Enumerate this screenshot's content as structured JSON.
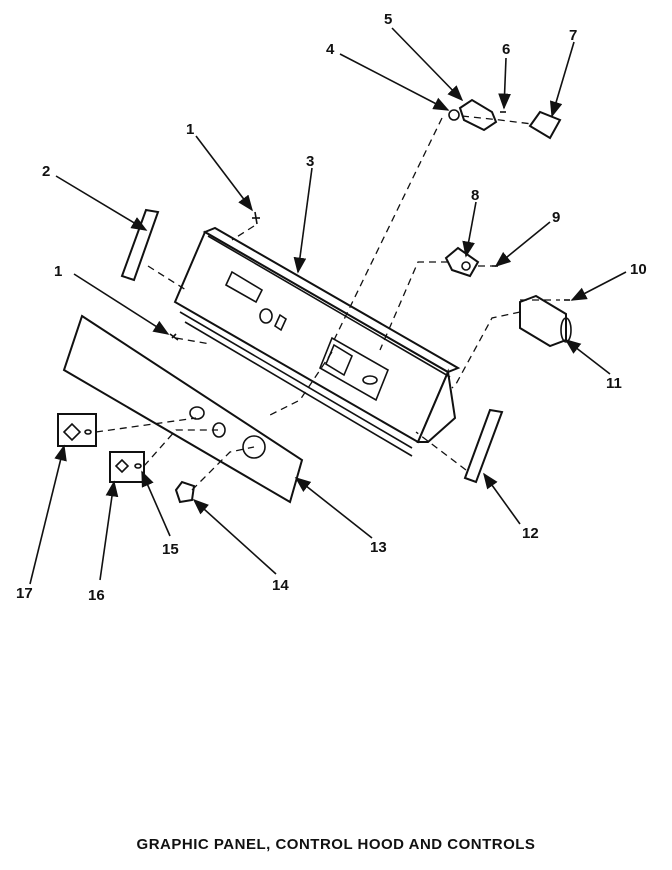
{
  "caption": "GRAPHIC PANEL, CONTROL HOOD AND CONTROLS",
  "callouts": {
    "c1a": "1",
    "c1b": "1",
    "c2": "2",
    "c3": "3",
    "c4": "4",
    "c5": "5",
    "c6": "6",
    "c7": "7",
    "c8": "8",
    "c9": "9",
    "c10": "10",
    "c11": "11",
    "c12": "12",
    "c13": "13",
    "c14": "14",
    "c15": "15",
    "c16": "16",
    "c17": "17"
  }
}
